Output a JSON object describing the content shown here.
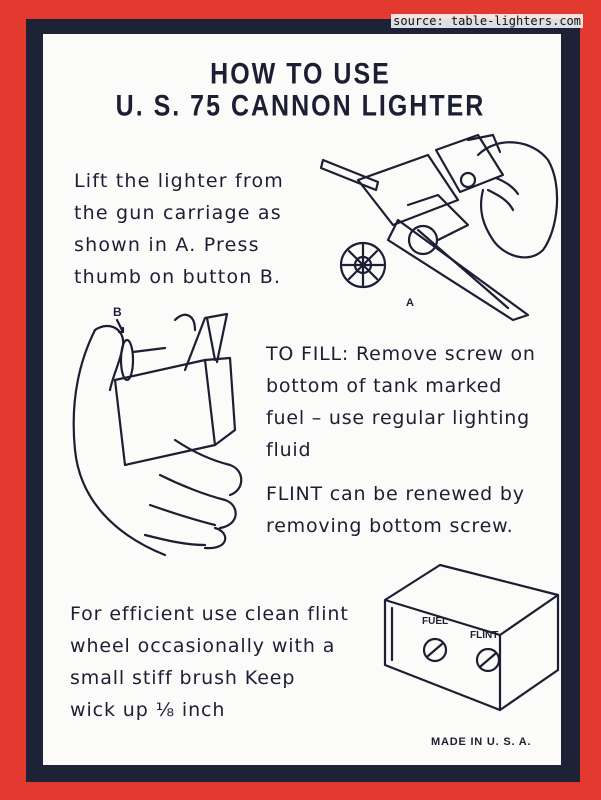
{
  "source": "source: table-lighters.com",
  "title": {
    "line1": "HOW TO USE",
    "line2": "U. S. 75 CANNON LIGHTER"
  },
  "instructions": {
    "lift": [
      "Lift the lighter from",
      "the gun carriage as",
      "shown in A. Press",
      "thumb on button B."
    ],
    "fill": [
      "TO FILL: Remove screw on",
      "bottom of tank marked",
      "fuel – use regular lighting",
      "fluid"
    ],
    "flint": [
      "FLINT can be renewed by",
      "removing bottom screw."
    ],
    "clean": [
      "For efficient use clean flint",
      "wheel occasionally with a",
      "small stiff brush Keep",
      "wick up ⅛ inch"
    ]
  },
  "illustrations": {
    "cannon_label": "A",
    "hand_label": "B",
    "base_label_fuel": "FUEL",
    "base_label_flint": "FLINT"
  },
  "footer": {
    "made_in": "MADE IN U. S. A."
  }
}
